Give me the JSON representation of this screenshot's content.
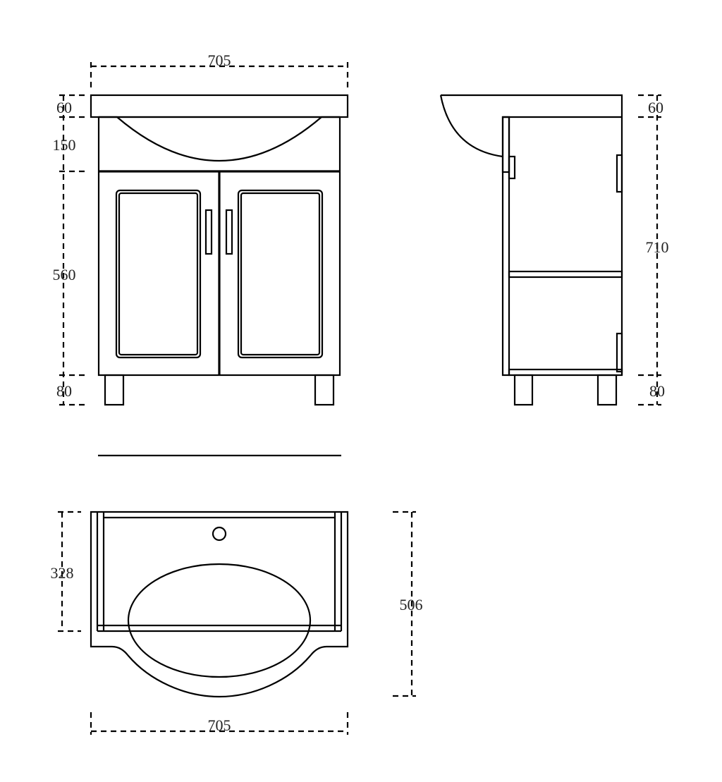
{
  "front_view": {
    "width_label": "705",
    "top_thickness_label": "60",
    "apron_height_label": "150",
    "door_height_label": "560",
    "leg_height_label": "80"
  },
  "side_view": {
    "top_thickness_label": "60",
    "body_height_label": "710",
    "leg_height_label": "80"
  },
  "plan_view": {
    "cabinet_depth_label": "328",
    "total_depth_label": "506",
    "width_label": "705"
  },
  "colors": {
    "line": "#000000",
    "background": "#ffffff"
  }
}
